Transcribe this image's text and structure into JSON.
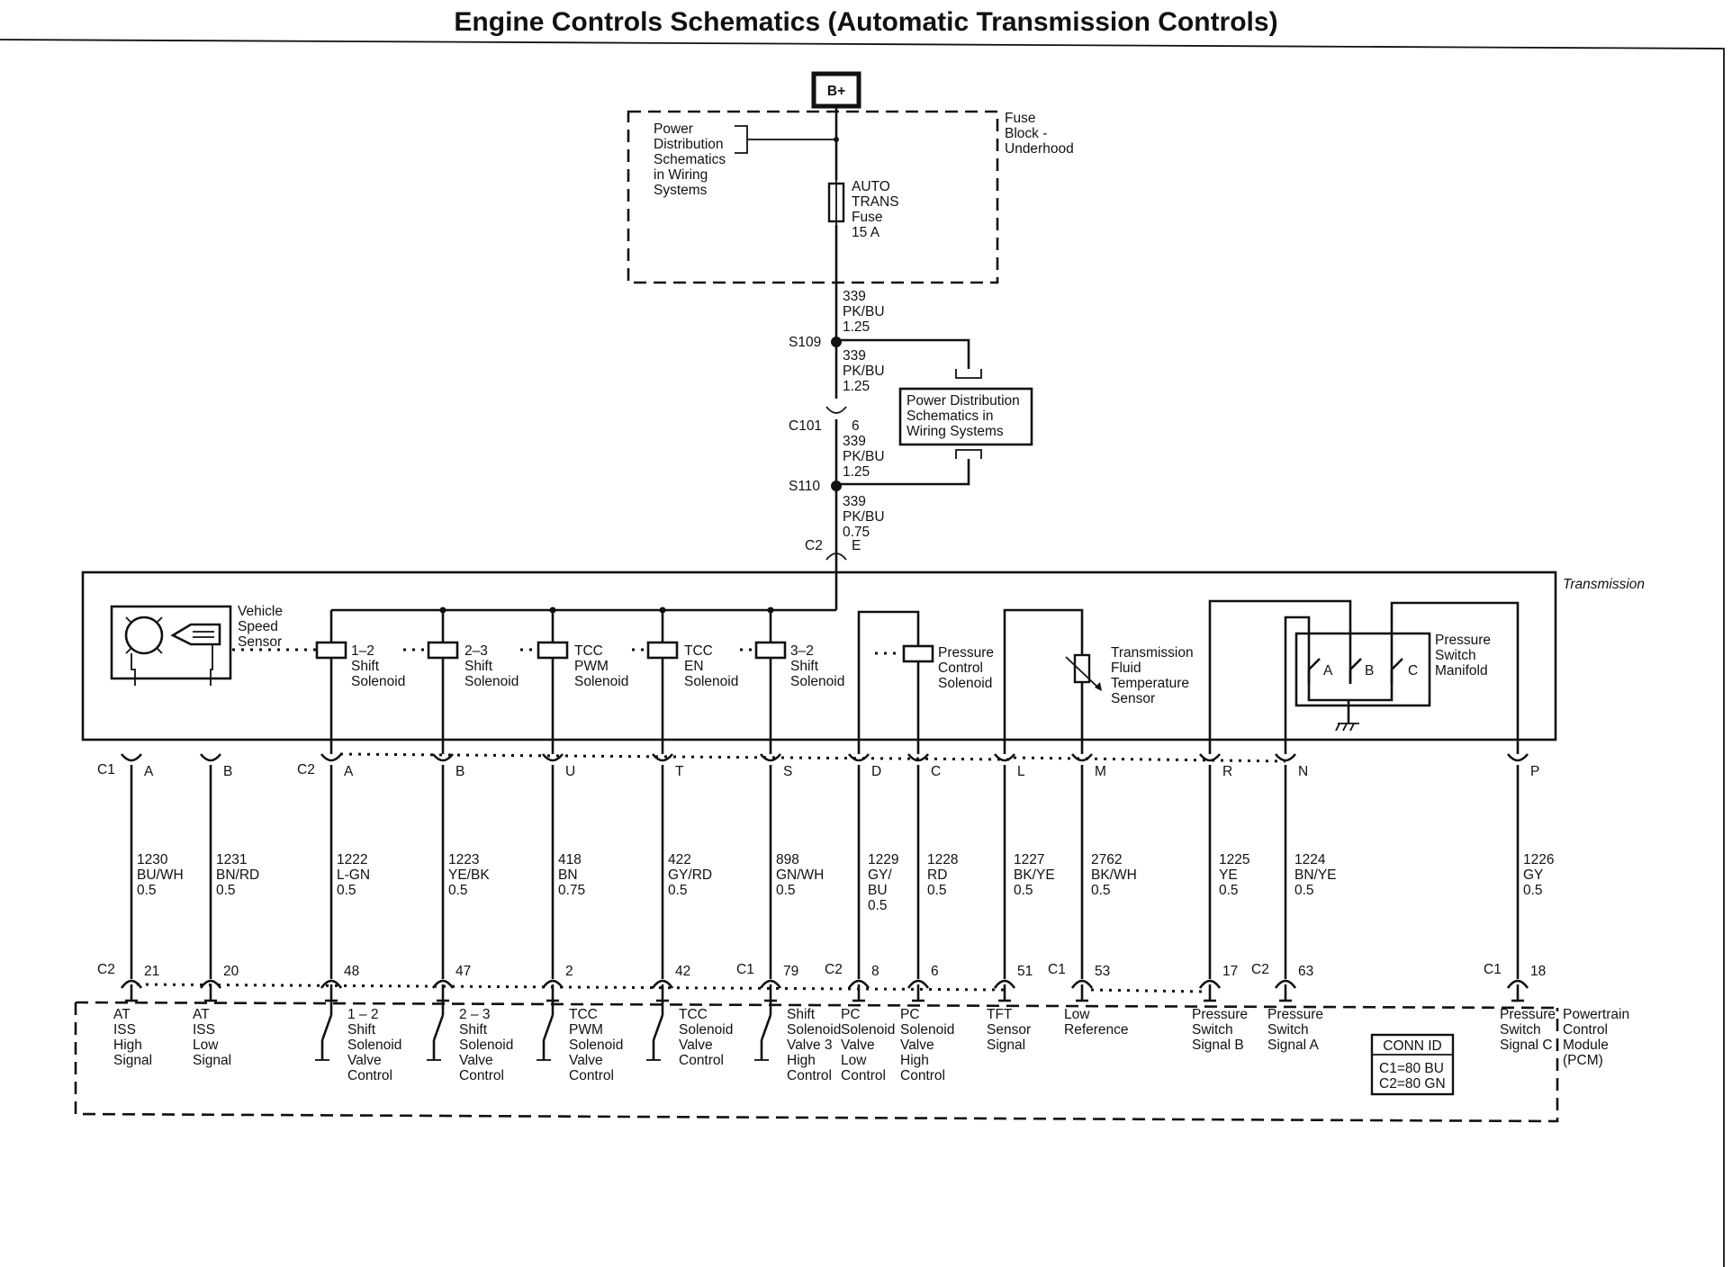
{
  "title": "Engine Controls Schematics (Automatic Transmission Controls)",
  "power": {
    "battery": "B+",
    "pd_ref": [
      "Power",
      "Distribution",
      "Schematics",
      "in Wiring",
      "Systems"
    ],
    "fuse_block": [
      "Fuse",
      "Block -",
      "Underhood"
    ],
    "fuse": [
      "AUTO",
      "TRANS",
      "Fuse",
      "15 A"
    ],
    "feed_wires": [
      [
        "339",
        "PK/BU",
        "1.25"
      ],
      [
        "339",
        "PK/BU",
        "1.25"
      ],
      [
        "339",
        "PK/BU",
        "1.25"
      ],
      [
        "339",
        "PK/BU",
        "0.75"
      ]
    ],
    "splice_top": "S109",
    "connector_c101": "C101",
    "c101_pin": "6",
    "splice_bottom": "S110",
    "c2_label": "C2",
    "c2_pin": "E",
    "pd_box": [
      "Power Distribution",
      "Schematics in",
      "Wiring Systems"
    ]
  },
  "transmission": {
    "label": "Transmission",
    "vss": [
      "Vehicle",
      "Speed",
      "Sensor"
    ],
    "solenoids": [
      [
        "1–2",
        "Shift",
        "Solenoid"
      ],
      [
        "2–3",
        "Shift",
        "Solenoid"
      ],
      [
        "TCC",
        "PWM",
        "Solenoid"
      ],
      [
        "TCC",
        "EN",
        "Solenoid"
      ],
      [
        "3–2",
        "Shift",
        "Solenoid"
      ],
      [
        "Pressure",
        "Control",
        "Solenoid"
      ]
    ],
    "tft": [
      "Transmission",
      "Fluid",
      "Temperature",
      "Sensor"
    ],
    "manifold": [
      "Pressure",
      "Switch",
      "Manifold"
    ],
    "manifold_switches": [
      "A",
      "B",
      "C"
    ]
  },
  "wires": [
    {
      "top_conn": "C1",
      "top_pin": "A",
      "circuit": "1230",
      "color": "BU/WH",
      "gauge": "0.5",
      "pcm_conn": "C2",
      "pcm_pin": "21",
      "pcm_label": [
        "AT",
        "ISS",
        "High",
        "Signal"
      ]
    },
    {
      "top_conn": "",
      "top_pin": "B",
      "circuit": "1231",
      "color": "BN/RD",
      "gauge": "0.5",
      "pcm_conn": "",
      "pcm_pin": "20",
      "pcm_label": [
        "AT",
        "ISS",
        "Low",
        "Signal"
      ]
    },
    {
      "top_conn": "C2",
      "top_pin": "A",
      "circuit": "1222",
      "color": "L-GN",
      "gauge": "0.5",
      "pcm_conn": "",
      "pcm_pin": "48",
      "pcm_label": [
        "1 – 2",
        "Shift",
        "Solenoid",
        "Valve",
        "Control"
      ]
    },
    {
      "top_conn": "",
      "top_pin": "B",
      "circuit": "1223",
      "color": "YE/BK",
      "gauge": "0.5",
      "pcm_conn": "",
      "pcm_pin": "47",
      "pcm_label": [
        "2 – 3",
        "Shift",
        "Solenoid",
        "Valve",
        "Control"
      ]
    },
    {
      "top_conn": "",
      "top_pin": "U",
      "circuit": "418",
      "color": "BN",
      "gauge": "0.75",
      "pcm_conn": "",
      "pcm_pin": "2",
      "pcm_label": [
        "TCC",
        "PWM",
        "Solenoid",
        "Valve",
        "Control"
      ]
    },
    {
      "top_conn": "",
      "top_pin": "T",
      "circuit": "422",
      "color": "GY/RD",
      "gauge": "0.5",
      "pcm_conn": "",
      "pcm_pin": "42",
      "pcm_label": [
        "TCC",
        "Solenoid",
        "Valve",
        "Control"
      ]
    },
    {
      "top_conn": "",
      "top_pin": "S",
      "circuit": "898",
      "color": "GN/WH",
      "gauge": "0.5",
      "pcm_conn": "C1",
      "pcm_pin": "79",
      "pcm_label": [
        "Shift",
        "Solenoid",
        "Valve 3",
        "High",
        "Control"
      ]
    },
    {
      "top_conn": "",
      "top_pin": "D",
      "circuit": "1229",
      "color": "GY/\nBU",
      "gauge": "0.5",
      "pcm_conn": "C2",
      "pcm_pin": "8",
      "pcm_label": [
        "PC",
        "Solenoid",
        "Valve",
        "Low",
        "Control"
      ]
    },
    {
      "top_conn": "",
      "top_pin": "C",
      "circuit": "1228",
      "color": "RD",
      "gauge": "0.5",
      "pcm_conn": "",
      "pcm_pin": "6",
      "pcm_label": [
        "PC",
        "Solenoid",
        "Valve",
        "High",
        "Control"
      ]
    },
    {
      "top_conn": "",
      "top_pin": "L",
      "circuit": "1227",
      "color": "BK/YE",
      "gauge": "0.5",
      "pcm_conn": "",
      "pcm_pin": "51",
      "pcm_label": [
        "TFT",
        "Sensor",
        "Signal"
      ]
    },
    {
      "top_conn": "",
      "top_pin": "M",
      "circuit": "2762",
      "color": "BK/WH",
      "gauge": "0.5",
      "pcm_conn": "C1",
      "pcm_pin": "53",
      "pcm_label": [
        "Low",
        "Reference"
      ]
    },
    {
      "top_conn": "",
      "top_pin": "R",
      "circuit": "1225",
      "color": "YE",
      "gauge": "0.5",
      "pcm_conn": "",
      "pcm_pin": "17",
      "pcm_label": [
        "Pressure",
        "Switch",
        "Signal B"
      ]
    },
    {
      "top_conn": "",
      "top_pin": "N",
      "circuit": "1224",
      "color": "BN/YE",
      "gauge": "0.5",
      "pcm_conn": "C2",
      "pcm_pin": "63",
      "pcm_label": [
        "Pressure",
        "Switch",
        "Signal A"
      ]
    },
    {
      "top_conn": "",
      "top_pin": "P",
      "circuit": "1226",
      "color": "GY",
      "gauge": "0.5",
      "pcm_conn": "C1",
      "pcm_pin": "18",
      "pcm_label": [
        "Pressure",
        "Switch",
        "Signal C"
      ]
    }
  ],
  "pcm": {
    "label": [
      "Powertrain",
      "Control",
      "Module",
      "(PCM)"
    ],
    "conn_id_title": "CONN ID",
    "conn_ids": [
      "C1=80 BU",
      "C2=80 GN"
    ]
  }
}
